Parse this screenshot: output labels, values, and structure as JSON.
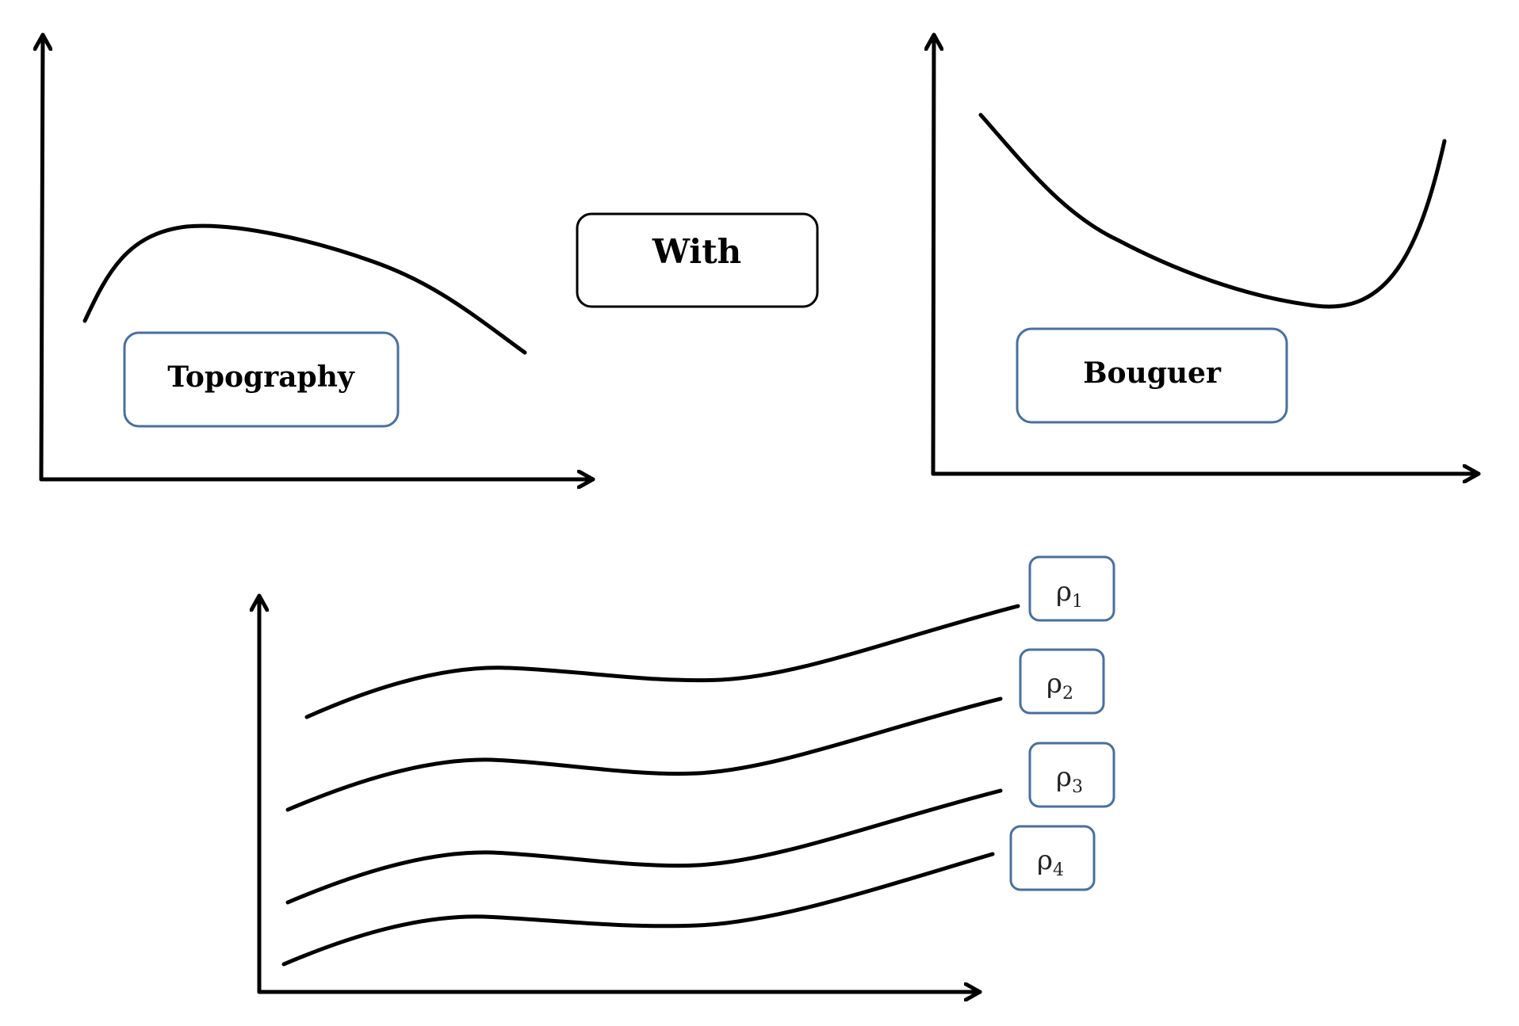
{
  "labels": {
    "topography": "Topography",
    "with": "With",
    "bouguer": "Bouguer"
  },
  "layers": [
    {
      "symbol": "ρ",
      "subscript": "1"
    },
    {
      "symbol": "ρ",
      "subscript": "2"
    },
    {
      "symbol": "ρ",
      "subscript": "3"
    },
    {
      "symbol": "ρ",
      "subscript": "4"
    }
  ],
  "colors": {
    "line": "#000000",
    "box_border": "#4a6ea0"
  }
}
